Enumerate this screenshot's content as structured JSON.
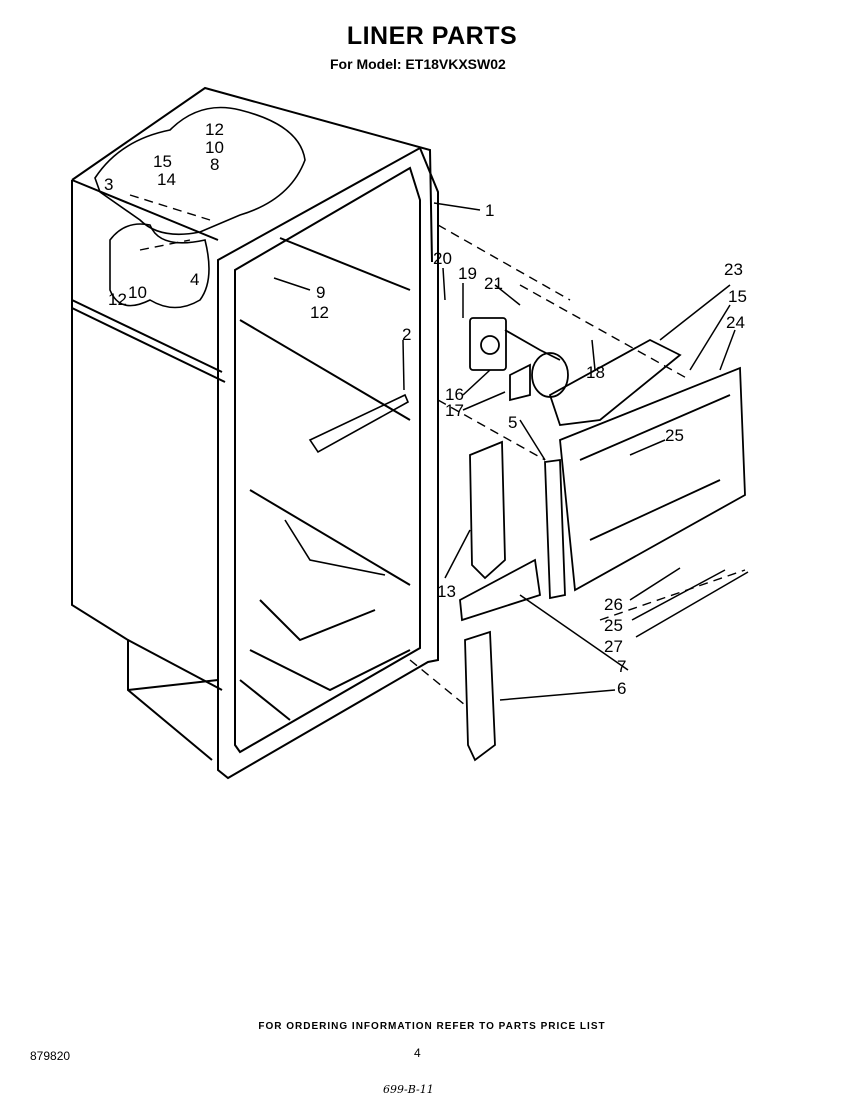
{
  "header": {
    "title": "LINER PARTS",
    "subtitle": "For Model: ET18VKXSW02"
  },
  "callouts": [
    "1",
    "2",
    "3",
    "4",
    "5",
    "6",
    "7",
    "8",
    "9",
    "10",
    "10",
    "12",
    "12",
    "12",
    "13",
    "14",
    "15",
    "15",
    "16",
    "17",
    "18",
    "19",
    "20",
    "21",
    "23",
    "24",
    "25",
    "25",
    "26",
    "27"
  ],
  "footer": {
    "ordering": "FOR ORDERING INFORMATION REFER TO PARTS PRICE LIST",
    "code": "879820",
    "page": "4",
    "handwritten": "699-B-11"
  }
}
